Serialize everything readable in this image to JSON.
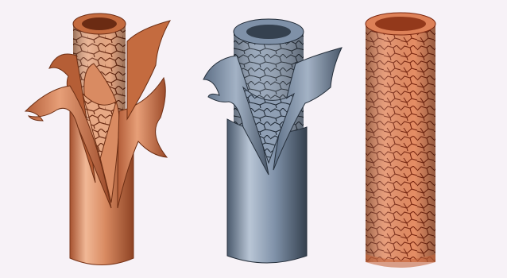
{
  "figure": {
    "background": "#f7f2f7",
    "panels": [
      {
        "name": "artery",
        "palette": {
          "light": "#f1b896",
          "base": "#d98b62",
          "mid": "#c46b3f",
          "dark": "#8e4324",
          "cell_fill": "#e7a985",
          "cell_line": "#6b2b13"
        }
      },
      {
        "name": "vein",
        "palette": {
          "light": "#b9c6d6",
          "base": "#7f91a8",
          "mid": "#5d6f86",
          "dark": "#35414f",
          "cell_fill": "#8f9fb4",
          "cell_line": "#202a36"
        }
      },
      {
        "name": "capillary",
        "palette": {
          "light": "#f0a47f",
          "base": "#dd8158",
          "mid": "#c5663d",
          "dark": "#93391b",
          "cell_fill": "#e58d64",
          "cell_line": "#7b2710"
        }
      }
    ]
  }
}
